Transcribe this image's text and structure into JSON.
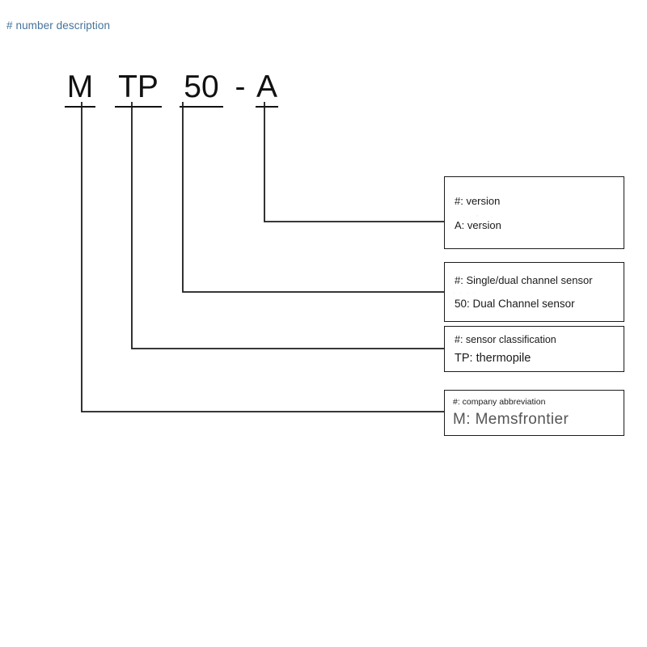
{
  "header": {
    "title": "# number description",
    "color": "#45729b"
  },
  "part_number": {
    "segments": [
      {
        "id": "m",
        "text": "M",
        "underlined": true
      },
      {
        "id": "tp",
        "text": "TP",
        "underlined": true
      },
      {
        "id": "50",
        "text": "50",
        "underlined": true
      },
      {
        "id": "dash",
        "text": "-",
        "underlined": false
      },
      {
        "id": "a",
        "text": "A",
        "underlined": true
      }
    ],
    "full": "MTP50-A"
  },
  "callouts": [
    {
      "id": "version",
      "source_segment": "A",
      "generic": "#: version",
      "specific": "A: version"
    },
    {
      "id": "channel",
      "source_segment": "50",
      "generic": "#: Single/dual channel sensor",
      "specific": "50: Dual Channel sensor"
    },
    {
      "id": "classification",
      "source_segment": "TP",
      "generic": "#: sensor classification",
      "specific": "TP: thermopile"
    },
    {
      "id": "company",
      "source_segment": "M",
      "generic": "#: company abbreviation",
      "specific": "M:  Memsfrontier"
    }
  ],
  "style": {
    "line_color": "#1c1c1c",
    "box_border_color": "#1c1c1c",
    "text_color": "#1a1a1a",
    "company_text_color": "#555555",
    "background": "#ffffff"
  }
}
